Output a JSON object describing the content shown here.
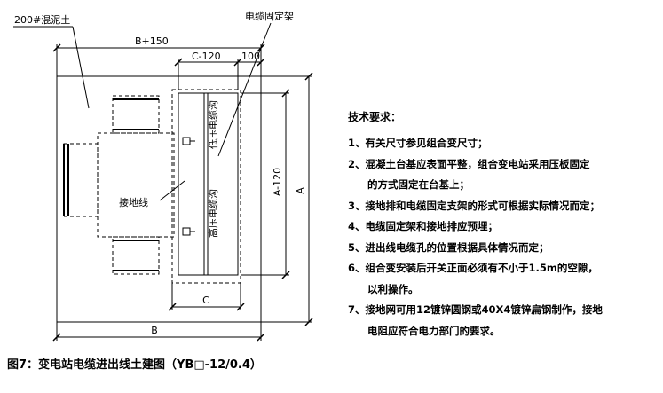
{
  "drawing": {
    "label_soil": "200#混泥土",
    "label_cable_bracket": "电缆固定架",
    "dim_b_plus_150": "B+150",
    "dim_c_minus_120": "C-120",
    "dim_100": "100",
    "label_lv_trench": "低压电缆沟",
    "label_hv_trench": "高压电缆沟",
    "label_ground_wire": "接地线",
    "dim_a_minus_120": "A-120",
    "dim_a": "A",
    "dim_c": "C",
    "dim_b": "B"
  },
  "requirements": {
    "title": "技术要求：",
    "items": [
      "1、有关尺寸参见组合变尺寸；",
      "2、混凝土台基应表面平整，组合变电站采用压板固定",
      "的方式固定在台基上；",
      "3、接地排和电缆固定支架的形式可根据实际情况而定；",
      "4、电缆固定架和接地排应预埋；",
      "5、进出线电缆孔的位置根据具体情况而定；",
      "6、组合变安装后开关正面必须有不小于1.5m的空隙，",
      "以利操作。",
      "7、接地网可用12镀锌圆钢或40X4镀锌扁钢制作，接地",
      "电阻应符合电力部门的要求。"
    ]
  },
  "caption": "图7：变电站电缆进出线土建图（YB□-12/0.4）"
}
